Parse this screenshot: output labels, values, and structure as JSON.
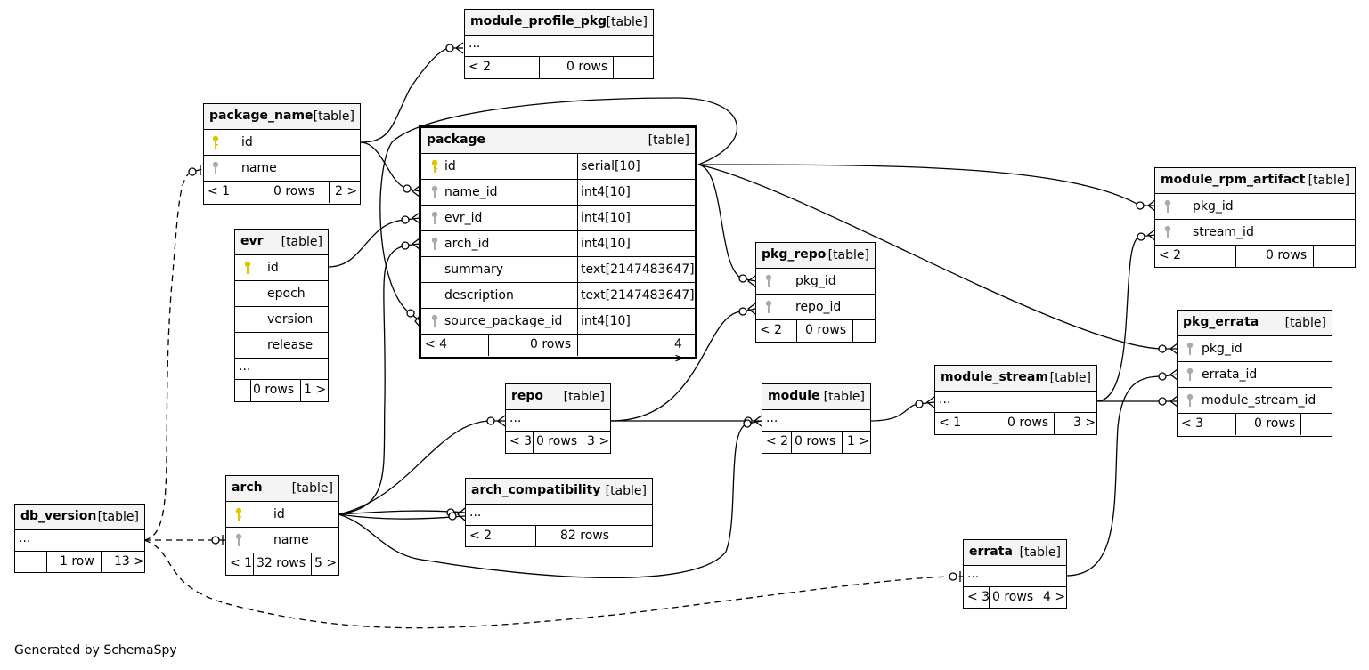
{
  "footer": "Generated by SchemaSpy",
  "colors": {
    "primary_key": "#e4c400",
    "foreign_key": "#aaaaaa",
    "header_bg": "#f4f4f4"
  },
  "tables": {
    "module_profile_pkg": {
      "name": "module_profile_pkg",
      "type": "[table]",
      "ellipsis": "...",
      "parents": "< 2",
      "rows": "0 rows",
      "children": ""
    },
    "package_name": {
      "name": "package_name",
      "type": "[table]",
      "columns": [
        {
          "name": "id",
          "key": "pk"
        },
        {
          "name": "name",
          "key": "fk"
        }
      ],
      "parents": "< 1",
      "rows": "0 rows",
      "children": "2 >"
    },
    "evr": {
      "name": "evr",
      "type": "[table]",
      "columns": [
        {
          "name": "id",
          "key": "pk"
        },
        {
          "name": "epoch",
          "key": ""
        },
        {
          "name": "version",
          "key": ""
        },
        {
          "name": "release",
          "key": ""
        }
      ],
      "ellipsis": "...",
      "parents": "",
      "rows": "0 rows",
      "children": "1 >"
    },
    "package": {
      "name": "package",
      "type": "[table]",
      "columns": [
        {
          "name": "id",
          "type": "serial[10]",
          "key": "pk"
        },
        {
          "name": "name_id",
          "type": "int4[10]",
          "key": "fk"
        },
        {
          "name": "evr_id",
          "type": "int4[10]",
          "key": "fk"
        },
        {
          "name": "arch_id",
          "type": "int4[10]",
          "key": "fk"
        },
        {
          "name": "summary",
          "type": "text[2147483647]",
          "key": ""
        },
        {
          "name": "description",
          "type": "text[2147483647]",
          "key": ""
        },
        {
          "name": "source_package_id",
          "type": "int4[10]",
          "key": "fk"
        }
      ],
      "parents": "< 4",
      "rows": "0 rows",
      "children": "4 >"
    },
    "pkg_repo": {
      "name": "pkg_repo",
      "type": "[table]",
      "columns": [
        {
          "name": "pkg_id",
          "key": "fk"
        },
        {
          "name": "repo_id",
          "key": "fk"
        }
      ],
      "parents": "< 2",
      "rows": "0 rows",
      "children": ""
    },
    "module_rpm_artifact": {
      "name": "module_rpm_artifact",
      "type": "[table]",
      "columns": [
        {
          "name": "pkg_id",
          "key": "fk"
        },
        {
          "name": "stream_id",
          "key": "fk"
        }
      ],
      "parents": "< 2",
      "rows": "0 rows",
      "children": ""
    },
    "pkg_errata": {
      "name": "pkg_errata",
      "type": "[table]",
      "columns": [
        {
          "name": "pkg_id",
          "key": "fk"
        },
        {
          "name": "errata_id",
          "key": "fk"
        },
        {
          "name": "module_stream_id",
          "key": "fk"
        }
      ],
      "parents": "< 3",
      "rows": "0 rows",
      "children": ""
    },
    "repo": {
      "name": "repo",
      "type": "[table]",
      "ellipsis": "...",
      "parents": "< 3",
      "rows": "0 rows",
      "children": "3 >"
    },
    "module": {
      "name": "module",
      "type": "[table]",
      "ellipsis": "...",
      "parents": "< 2",
      "rows": "0 rows",
      "children": "1 >"
    },
    "module_stream": {
      "name": "module_stream",
      "type": "[table]",
      "ellipsis": "...",
      "parents": "< 1",
      "rows": "0 rows",
      "children": "3 >"
    },
    "arch": {
      "name": "arch",
      "type": "[table]",
      "columns": [
        {
          "name": "id",
          "key": "pk"
        },
        {
          "name": "name",
          "key": "fk"
        }
      ],
      "parents": "< 1",
      "rows": "32 rows",
      "children": "5 >"
    },
    "arch_compatibility": {
      "name": "arch_compatibility",
      "type": "[table]",
      "ellipsis": "...",
      "parents": "< 2",
      "rows": "82 rows",
      "children": ""
    },
    "db_version": {
      "name": "db_version",
      "type": "[table]",
      "ellipsis": "...",
      "parents": "",
      "rows": "1 row",
      "children": "13 >"
    },
    "errata": {
      "name": "errata",
      "type": "[table]",
      "ellipsis": "...",
      "parents": "< 3",
      "rows": "0 rows",
      "children": "4 >"
    }
  }
}
